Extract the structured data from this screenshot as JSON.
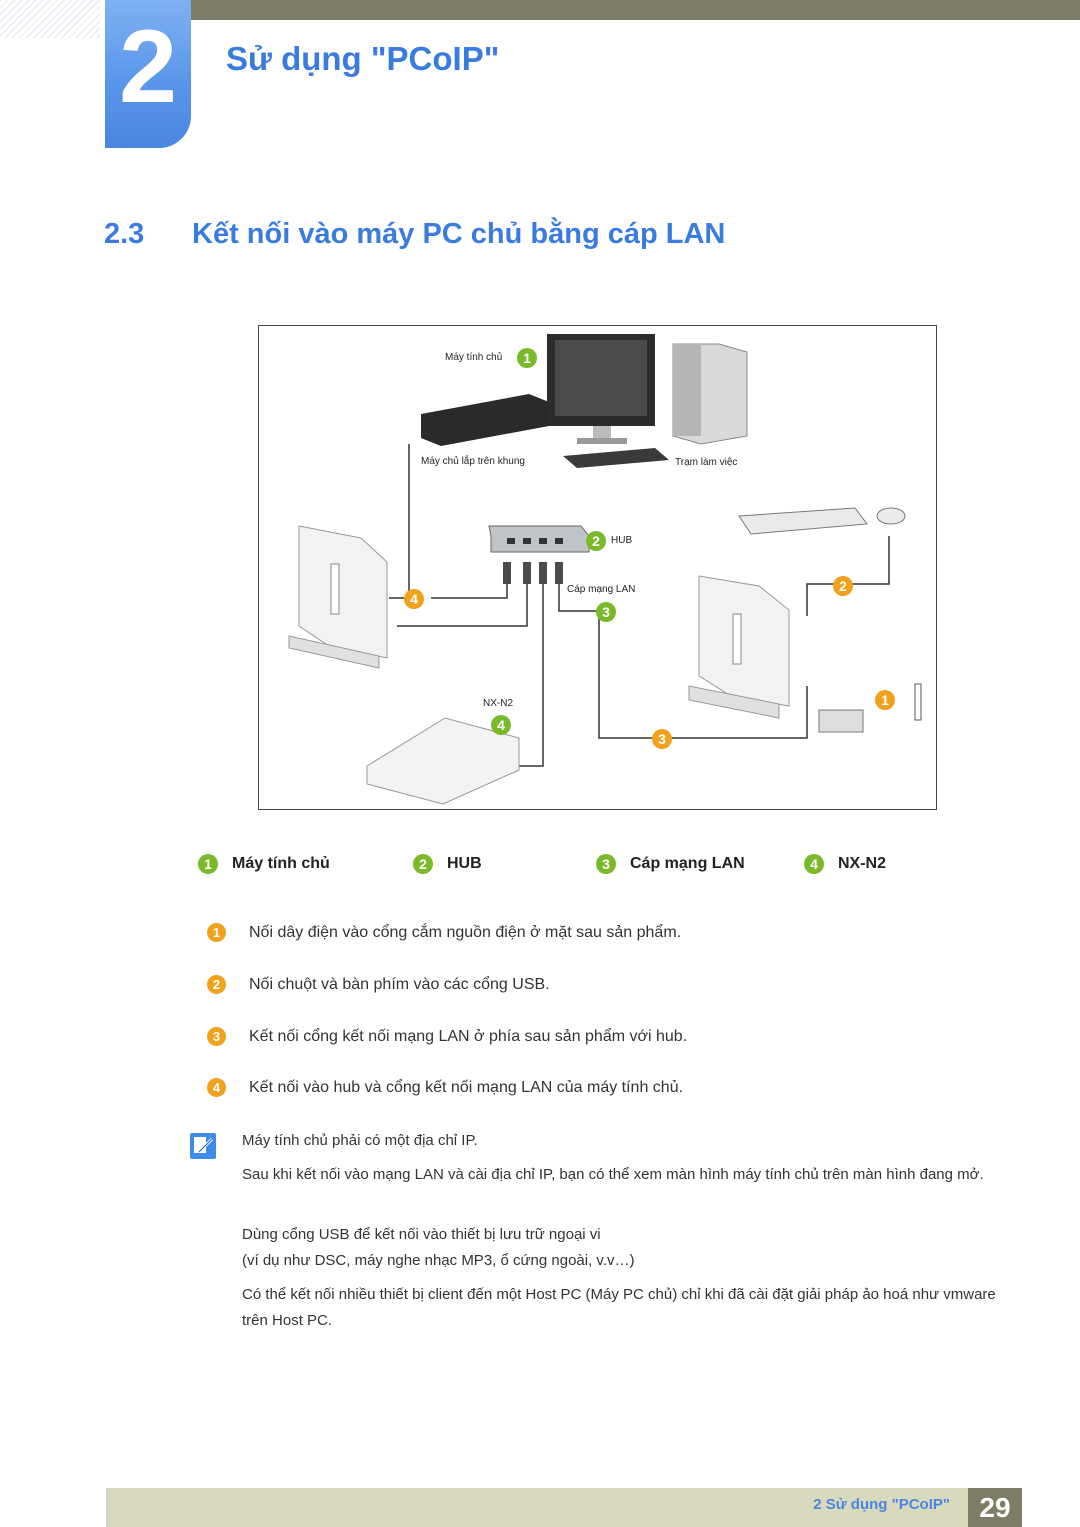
{
  "header": {
    "chapter_number": "2",
    "chapter_title": "Sử dụng \"PCoIP\""
  },
  "section": {
    "number": "2.3",
    "title": "Kết nối vào máy PC chủ bằng cáp LAN"
  },
  "diagram": {
    "labels": {
      "host": "Máy tính chủ",
      "rack_server": "Máy chủ lắp trên khung",
      "workstation": "Trạm làm việc",
      "hub": "HUB",
      "lan_cable": "Cáp mạng LAN",
      "nx_n2": "NX-N2"
    },
    "badges": [
      "1",
      "2",
      "3",
      "4"
    ]
  },
  "legend": [
    {
      "number": "1",
      "label": "Máy tính chủ"
    },
    {
      "number": "2",
      "label": "HUB"
    },
    {
      "number": "3",
      "label": "Cáp mạng LAN"
    },
    {
      "number": "4",
      "label": "NX-N2"
    }
  ],
  "steps": [
    {
      "number": "1",
      "text": "Nối dây điện vào cổng cắm nguồn điện ở mặt sau sản phẩm."
    },
    {
      "number": "2",
      "text": "Nối chuột và bàn phím vào các cổng USB."
    },
    {
      "number": "3",
      "text": "Kết nối cổng kết nối mạng LAN ở phía sau sản phẩm với hub."
    },
    {
      "number": "4",
      "text": "Kết nối vào hub và cổng kết nối mạng LAN của máy tính chủ."
    }
  ],
  "notes": [
    "Máy tính chủ phải có một địa chỉ IP.",
    "Sau khi kết nối vào mạng LAN và cài địa chỉ IP, bạn có thể xem màn hình máy tính chủ trên màn hình đang mở.",
    "Dùng cổng USB để kết nối vào thiết bị lưu trữ ngoại vi",
    "(ví dụ như DSC, máy nghe nhạc MP3, ổ cứng ngoài, v.v…)",
    "Có thể kết nối nhiều thiết bị client đến một Host PC (Máy PC chủ) chỉ khi đã cài đặt giải pháp ảo hoá như vmware trên Host PC."
  ],
  "footer": {
    "text": "2 Sử dụng \"PCoIP\"",
    "page_number": "29"
  },
  "colors": {
    "accent_blue": "#3a7be0",
    "badge_green": "#7ab929",
    "badge_orange": "#f0a21c",
    "olive_bar": "#7d7d67"
  }
}
